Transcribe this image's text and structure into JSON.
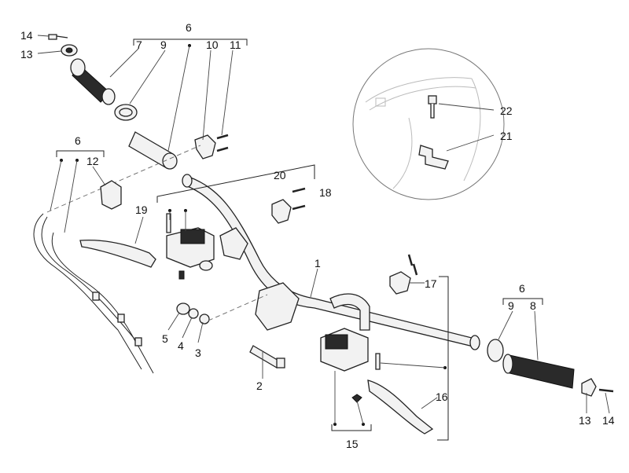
{
  "labels": [
    {
      "id": "14a",
      "text": "14"
    },
    {
      "id": "13a",
      "text": "13"
    },
    {
      "id": "6a",
      "text": "6"
    },
    {
      "id": "7",
      "text": "7"
    },
    {
      "id": "9a",
      "text": "9"
    },
    {
      "id": "10",
      "text": "10"
    },
    {
      "id": "11",
      "text": "11"
    },
    {
      "id": "6b",
      "text": "6"
    },
    {
      "id": "12",
      "text": "12"
    },
    {
      "id": "20",
      "text": "20"
    },
    {
      "id": "18",
      "text": "18"
    },
    {
      "id": "19",
      "text": "19"
    },
    {
      "id": "1",
      "text": "1"
    },
    {
      "id": "17",
      "text": "17"
    },
    {
      "id": "5",
      "text": "5"
    },
    {
      "id": "4",
      "text": "4"
    },
    {
      "id": "3",
      "text": "3"
    },
    {
      "id": "2",
      "text": "2"
    },
    {
      "id": "16",
      "text": "16"
    },
    {
      "id": "15",
      "text": "15"
    },
    {
      "id": "22",
      "text": "22"
    },
    {
      "id": "21",
      "text": "21"
    },
    {
      "id": "6c",
      "text": "6"
    },
    {
      "id": "9b",
      "text": "9"
    },
    {
      "id": "8",
      "text": "8"
    },
    {
      "id": "13b",
      "text": "13"
    },
    {
      "id": "14b",
      "text": "14"
    }
  ]
}
